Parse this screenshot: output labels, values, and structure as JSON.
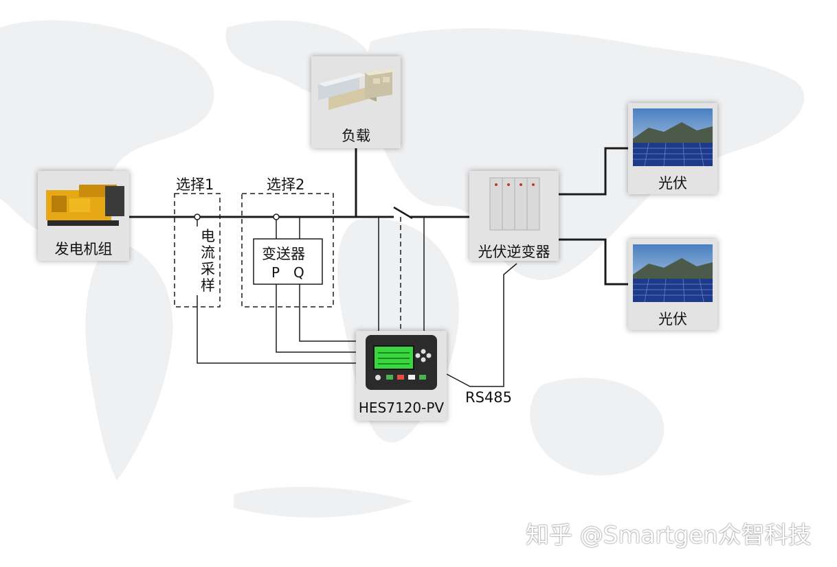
{
  "nodes": {
    "load": "负载",
    "generator": "发电机组",
    "option1": "选择1",
    "option2": "选择2",
    "current_sampling": [
      "电",
      "流",
      "采",
      "样"
    ],
    "transmitter": "变送器",
    "p": "P",
    "q": "Q",
    "pv_inverter": "光伏逆变器",
    "pv_panel_1": "光伏",
    "pv_panel_2": "光伏",
    "controller": "HES7120-PV",
    "comm": "RS485"
  },
  "watermark": "知乎 @Smartgen众智科技",
  "colors": {
    "line": "#1a1a1a",
    "card": "#e3e3e3",
    "map": "#eef0f2",
    "screen": "#39d63f"
  }
}
